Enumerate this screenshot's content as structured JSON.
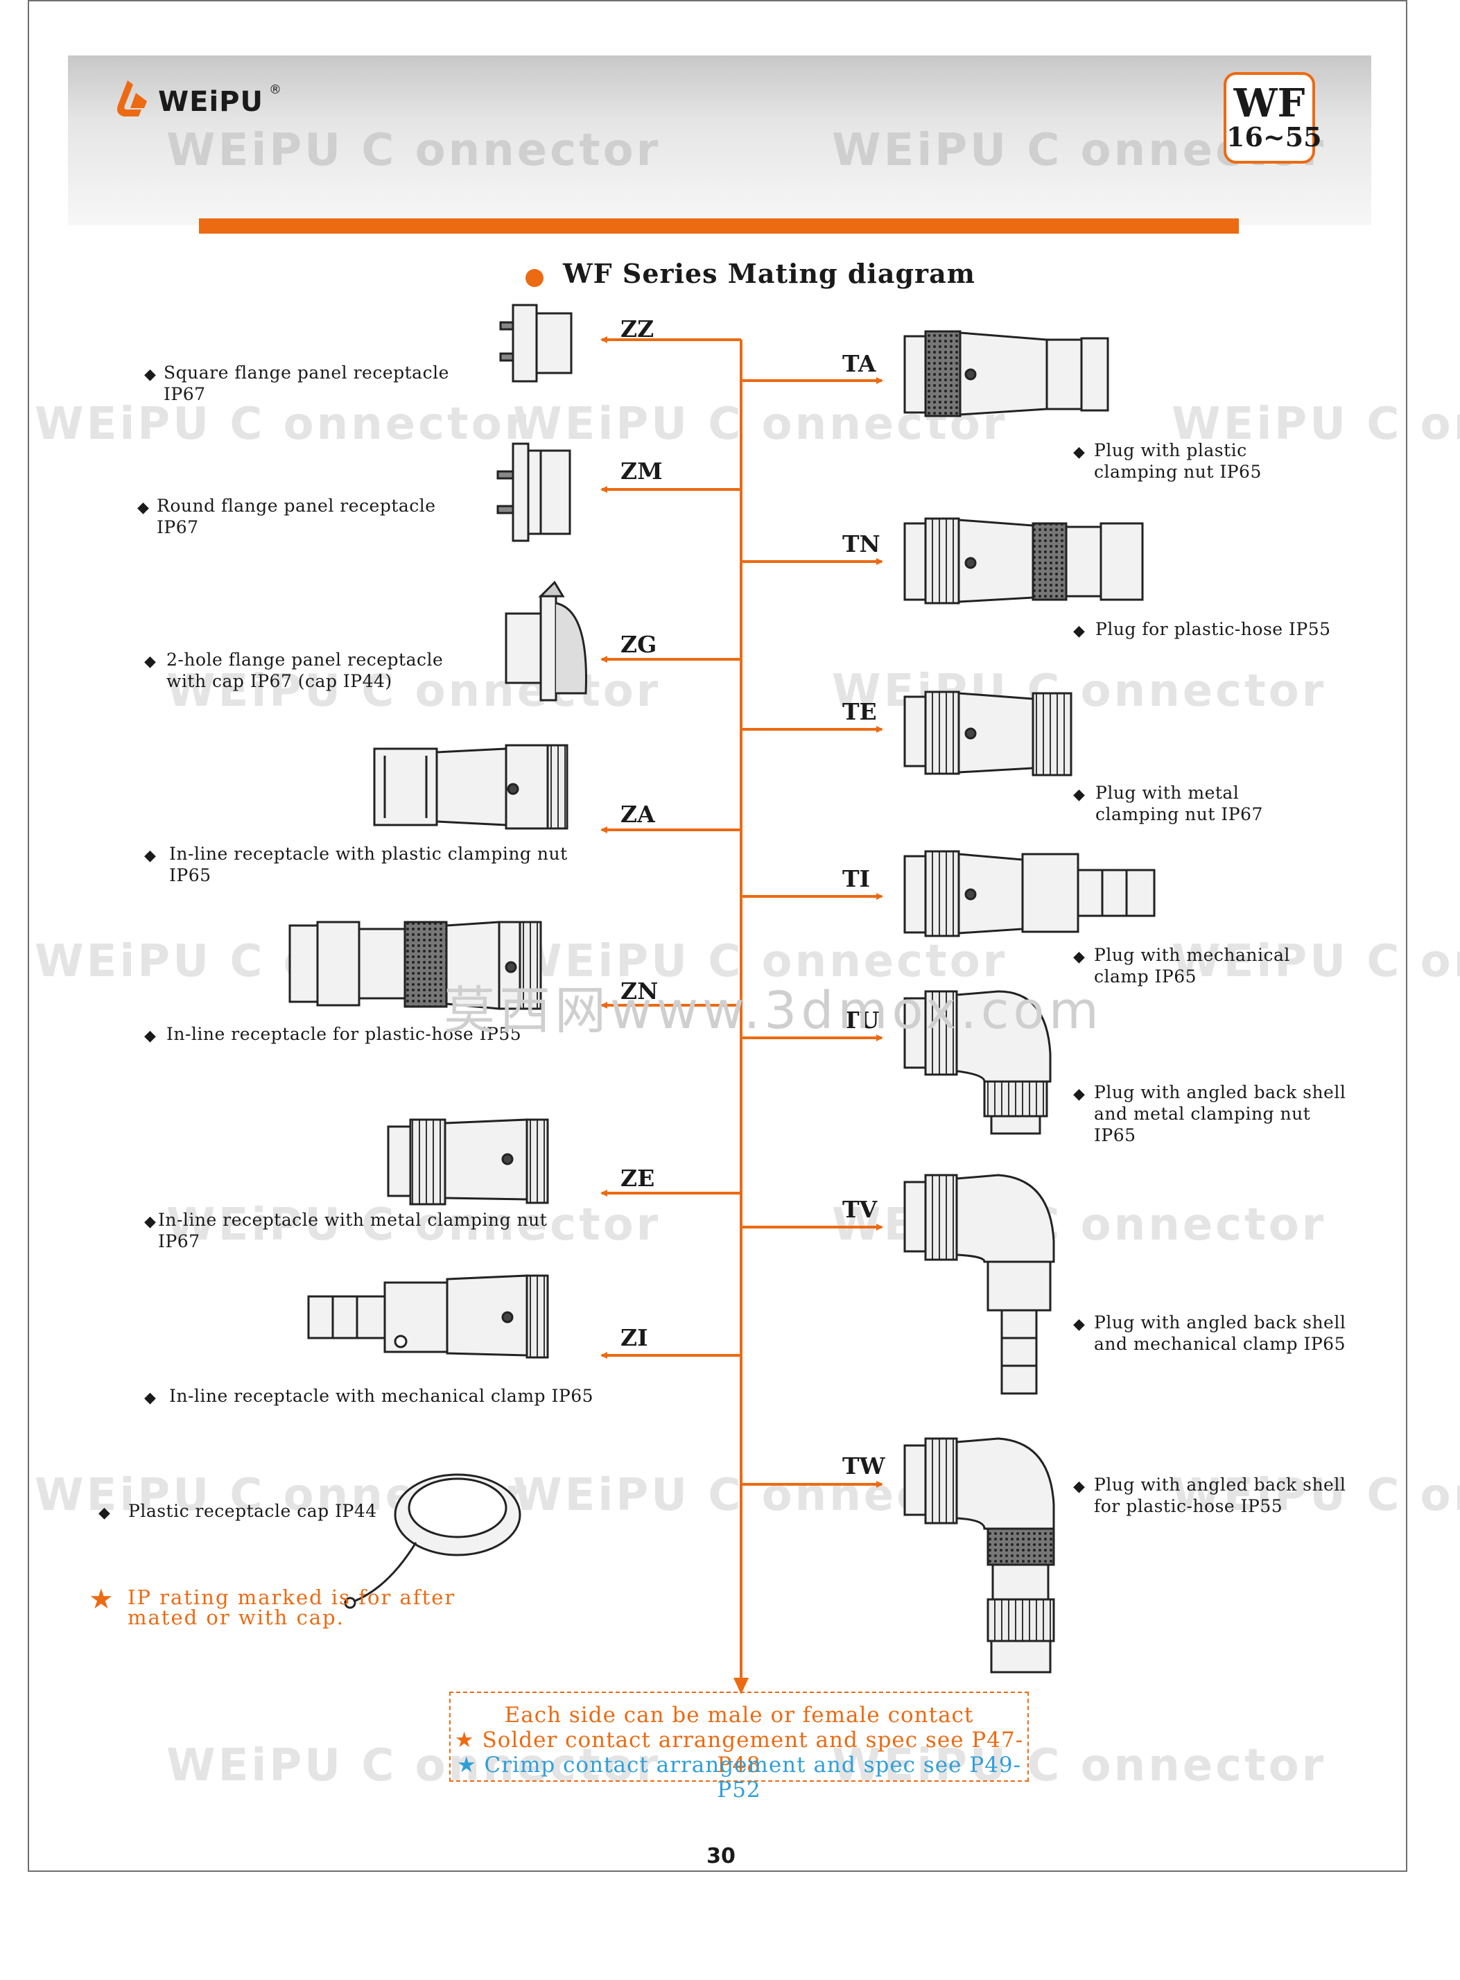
{
  "header": {
    "brand": "WEiPU",
    "watermark_text": "WEiPU C onnector",
    "badge_title": "WF",
    "badge_subtitle": "16~55"
  },
  "diagram_title": "WF Series Mating diagram",
  "left_items": [
    {
      "code": "ZZ",
      "description": "Square flange panel receptacle   IP67"
    },
    {
      "code": "ZM",
      "description": "Round flange panel receptacle   IP67"
    },
    {
      "code": "ZG",
      "description": "2-hole flange panel receptacle with cap  IP67        (cap IP44)"
    },
    {
      "code": "ZA",
      "description": "In-line receptacle with plastic clamping nut IP65"
    },
    {
      "code": "ZN",
      "description": "In-line receptacle for plastic-hose IP55"
    },
    {
      "code": "ZE",
      "description": "In-line receptacle with metal clamping nut IP67"
    },
    {
      "code": "ZI",
      "description": "In-line receptacle with mechanical clamp  IP65"
    }
  ],
  "cap_item": {
    "description": "Plastic receptacle cap   IP44"
  },
  "right_items": [
    {
      "code": "TA",
      "description": "Plug with plastic clamping nut  IP65"
    },
    {
      "code": "TN",
      "description": "Plug for plastic-hose  IP55"
    },
    {
      "code": "TE",
      "description": "Plug with metal clamping nut  IP67"
    },
    {
      "code": "TI",
      "description": "Plug with mechanical clamp IP65"
    },
    {
      "code": "TU",
      "description": "Plug with angled back shell and metal clamping nut IP65"
    },
    {
      "code": "TV",
      "description": "Plug with angled back shell and mechanical clamp  IP65"
    },
    {
      "code": "TW",
      "description": "Plug with angled back shell for plastic-hose  IP55"
    }
  ],
  "note": "IP rating marked is for after mated or with cap.",
  "legend": {
    "line1": "Each side can be male or female contact",
    "line2": "Solder contact arrangement and spec see P47-P48",
    "line3": "Crimp contact arrangement and spec see P49-P52"
  },
  "site_watermark": "莫西网www.3dmox.com",
  "page_number": "30",
  "colors": {
    "accent": "#ec6a12",
    "blue_star": "#2f9fd8",
    "text": "#1a1a1a"
  }
}
